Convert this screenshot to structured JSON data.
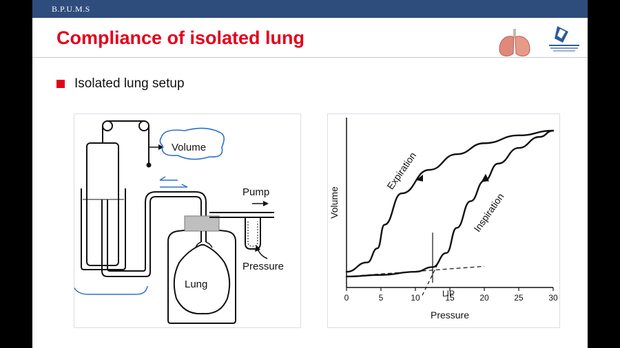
{
  "header": {
    "brand": "B.P.U.M.S"
  },
  "slide": {
    "title": "Compliance of isolated lung",
    "bullet": "Isolated lung setup"
  },
  "diagram": {
    "labels": {
      "volume": "Volume",
      "pump": "Pump",
      "pressure": "Pressure",
      "lung": "Lung"
    }
  },
  "chart_data": {
    "type": "line",
    "xlabel": "Pressure",
    "ylabel": "Volume",
    "xlim": [
      0,
      30
    ],
    "xticks": [
      0,
      5,
      10,
      15,
      20,
      25,
      30
    ],
    "series": [
      {
        "name": "Expiration",
        "x": [
          0,
          3,
          4.5,
          5.5,
          8,
          12,
          16,
          20,
          25,
          30
        ],
        "y": [
          0.1,
          0.16,
          0.25,
          0.4,
          0.6,
          0.75,
          0.85,
          0.92,
          0.97,
          1.0
        ]
      },
      {
        "name": "Inspiration",
        "x": [
          0,
          5,
          10,
          12.5,
          14.5,
          16,
          18,
          20,
          22,
          25,
          28,
          30
        ],
        "y": [
          0.07,
          0.08,
          0.1,
          0.13,
          0.22,
          0.38,
          0.55,
          0.68,
          0.79,
          0.89,
          0.96,
          1.0
        ]
      }
    ],
    "annotations": [
      {
        "text": "LIP",
        "x": 12.5
      }
    ],
    "colors": {
      "line": "#111111"
    }
  },
  "colors": {
    "topbar": "#2f4d7c",
    "title": "#e3001b",
    "bullet": "#e3001b",
    "ink": "#2a6fd1"
  }
}
